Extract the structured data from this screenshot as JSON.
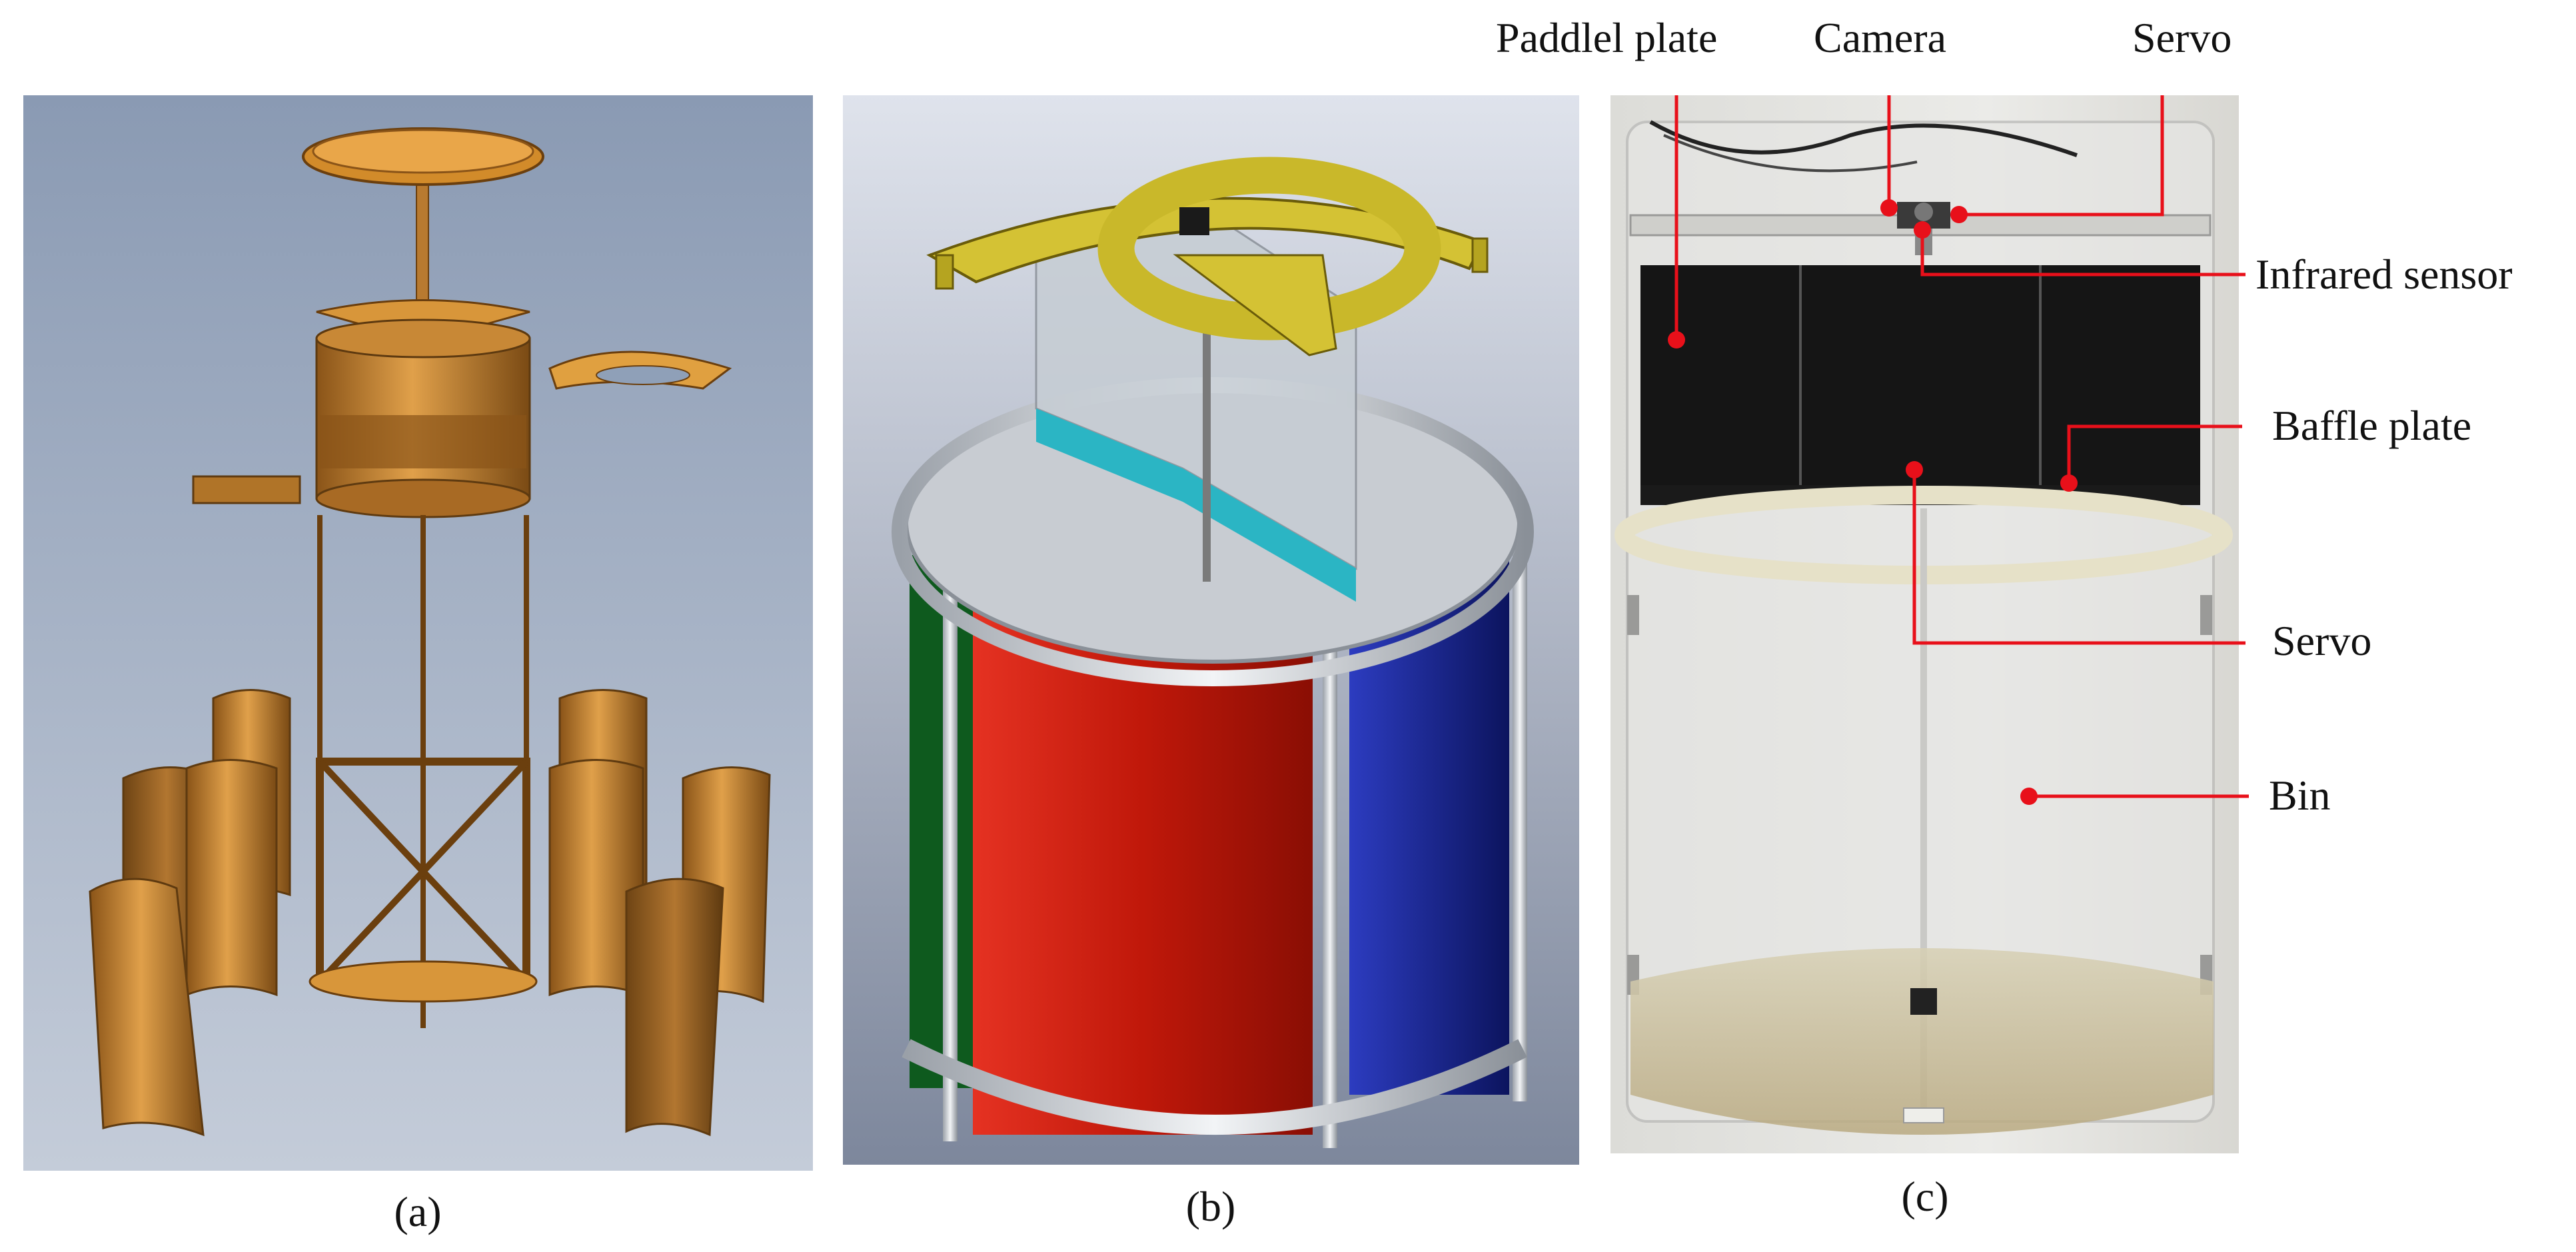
{
  "captions": {
    "a": "(a)",
    "b": "(b)",
    "c": "(c)"
  },
  "labels": {
    "paddle_plate": "Paddlel plate",
    "camera": "Camera",
    "servo_top": "Servo",
    "infrared_sensor": "Infrared sensor",
    "baffle_plate": "Baffle plate",
    "servo_middle": "Servo",
    "bin": "Bin"
  },
  "colors": {
    "callout": "#e8101a",
    "cad_background": "#8f9db3",
    "copper": "#c9842a",
    "yellow_plate": "#c9b82a",
    "bin_red": "#d01e0e",
    "bin_blue": "#1a2a9a",
    "bin_green": "#0e5a1e",
    "teal_strip": "#2bb5c4"
  }
}
